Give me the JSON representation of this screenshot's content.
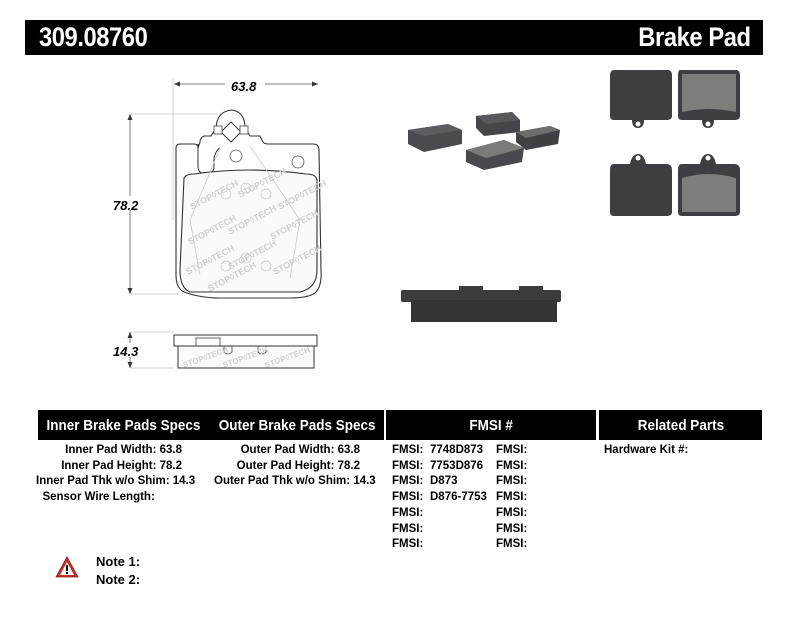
{
  "header": {
    "part_number": "309.08760",
    "product_type": "Brake Pad"
  },
  "drawing": {
    "width_dim": "63.8",
    "height_dim": "78.2",
    "thickness_dim": "14.3",
    "brand_watermark": "STOPTECH"
  },
  "images": {
    "pad_set_icon": "brake-pad-set-photo",
    "pad_side_icon": "brake-pad-side-photo",
    "pad_front_back_icon": "brake-pad-front-back-photo"
  },
  "sections": {
    "inner_header": "Inner Brake Pads Specs",
    "outer_header": "Outer Brake Pads Specs",
    "fmsi_header": "FMSI #",
    "related_header": "Related Parts"
  },
  "inner_specs": [
    {
      "label": "Inner Pad Width:",
      "value": "63.8"
    },
    {
      "label": "Inner Pad Height:",
      "value": "78.2"
    },
    {
      "label": "Inner Pad Thk w/o Shim:",
      "value": "14.3"
    },
    {
      "label": "Sensor Wire Length:",
      "value": ""
    }
  ],
  "outer_specs": [
    {
      "label": "Outer Pad Width:",
      "value": "63.8"
    },
    {
      "label": "Outer Pad Height:",
      "value": "78.2"
    },
    {
      "label": "Outer Pad Thk w/o Shim:",
      "value": "14.3"
    }
  ],
  "fmsi_left": [
    {
      "label": "FMSI:",
      "value": "7748D873"
    },
    {
      "label": "FMSI:",
      "value": "7753D876"
    },
    {
      "label": "FMSI:",
      "value": "D873"
    },
    {
      "label": "FMSI:",
      "value": "D876-7753"
    },
    {
      "label": "FMSI:",
      "value": ""
    },
    {
      "label": "FMSI:",
      "value": ""
    },
    {
      "label": "FMSI:",
      "value": ""
    }
  ],
  "fmsi_right": [
    {
      "label": "FMSI:",
      "value": ""
    },
    {
      "label": "FMSI:",
      "value": ""
    },
    {
      "label": "FMSI:",
      "value": ""
    },
    {
      "label": "FMSI:",
      "value": ""
    },
    {
      "label": "FMSI:",
      "value": ""
    },
    {
      "label": "FMSI:",
      "value": ""
    },
    {
      "label": "FMSI:",
      "value": ""
    }
  ],
  "related_parts": {
    "hardware_kit_label": "Hardware Kit #:",
    "hardware_kit_value": ""
  },
  "notes": {
    "note1": "Note 1:",
    "note2": "Note 2:"
  },
  "colors": {
    "header_bg": "#000000",
    "header_text": "#ffffff",
    "warning_red": "#c0302c",
    "pad_dark": "#3a3b3d",
    "pad_friction": "#7d7f7c"
  }
}
